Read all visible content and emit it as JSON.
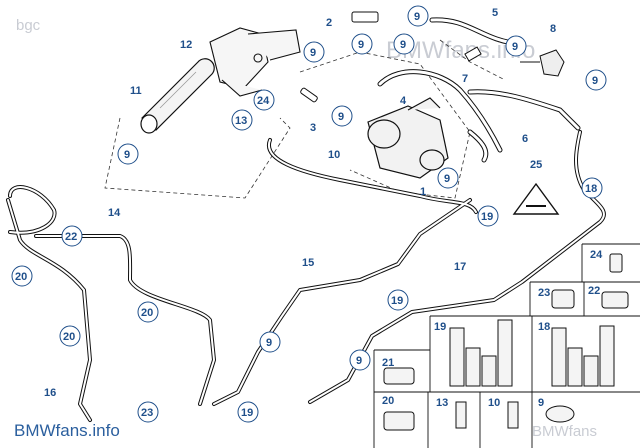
{
  "watermark": {
    "top_left": "bgc",
    "top_right": "BMWfans.info",
    "bottom_left": "BMWfans.info",
    "bottom_right": "BMWfans"
  },
  "callouts": [
    "1",
    "2",
    "3",
    "4",
    "5",
    "6",
    "7",
    "8",
    "10",
    "11",
    "12",
    "13",
    "14",
    "15",
    "16",
    "17",
    "18",
    "19",
    "20",
    "21",
    "22",
    "23",
    "24",
    "25"
  ],
  "circle_refs": [
    "9",
    "19",
    "20",
    "22",
    "23",
    "13",
    "24",
    "18"
  ],
  "legend_panels": {
    "panel_24": "24",
    "panel_23": "23",
    "panel_22": "22",
    "panel_19": "19",
    "panel_18": "18",
    "panel_21": "21",
    "panel_20": "20",
    "panel_13": "13",
    "panel_10": "10",
    "panel_9": "9"
  },
  "colors": {
    "callout_blue": "#1f4f8a",
    "line": "#1a1a1a",
    "watermark": "#c9ccd3"
  }
}
